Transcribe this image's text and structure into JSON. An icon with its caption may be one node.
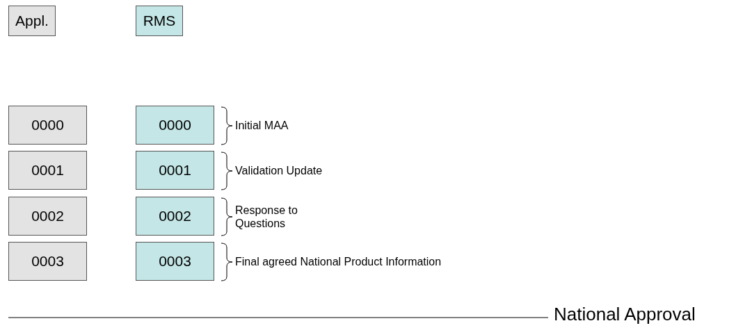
{
  "diagram": {
    "nodes": [
      {
        "text": [
          "Appl."
        ]
      },
      {
        "text": [
          "RMS"
        ]
      },
      {
        "text": [
          "0000"
        ]
      },
      {
        "text": [
          "0000"
        ]
      },
      {
        "text": [
          "0001"
        ]
      },
      {
        "text": [
          "0001"
        ]
      },
      {
        "text": [
          "0002"
        ]
      },
      {
        "text": [
          "0002"
        ]
      },
      {
        "text": [
          "0003"
        ]
      },
      {
        "text": [
          "0003"
        ]
      }
    ],
    "labels": [
      "Initial MAA",
      "Validation Update",
      "Response to Questions",
      "Final agreed National Product Information",
      "National Approval"
    ]
  }
}
